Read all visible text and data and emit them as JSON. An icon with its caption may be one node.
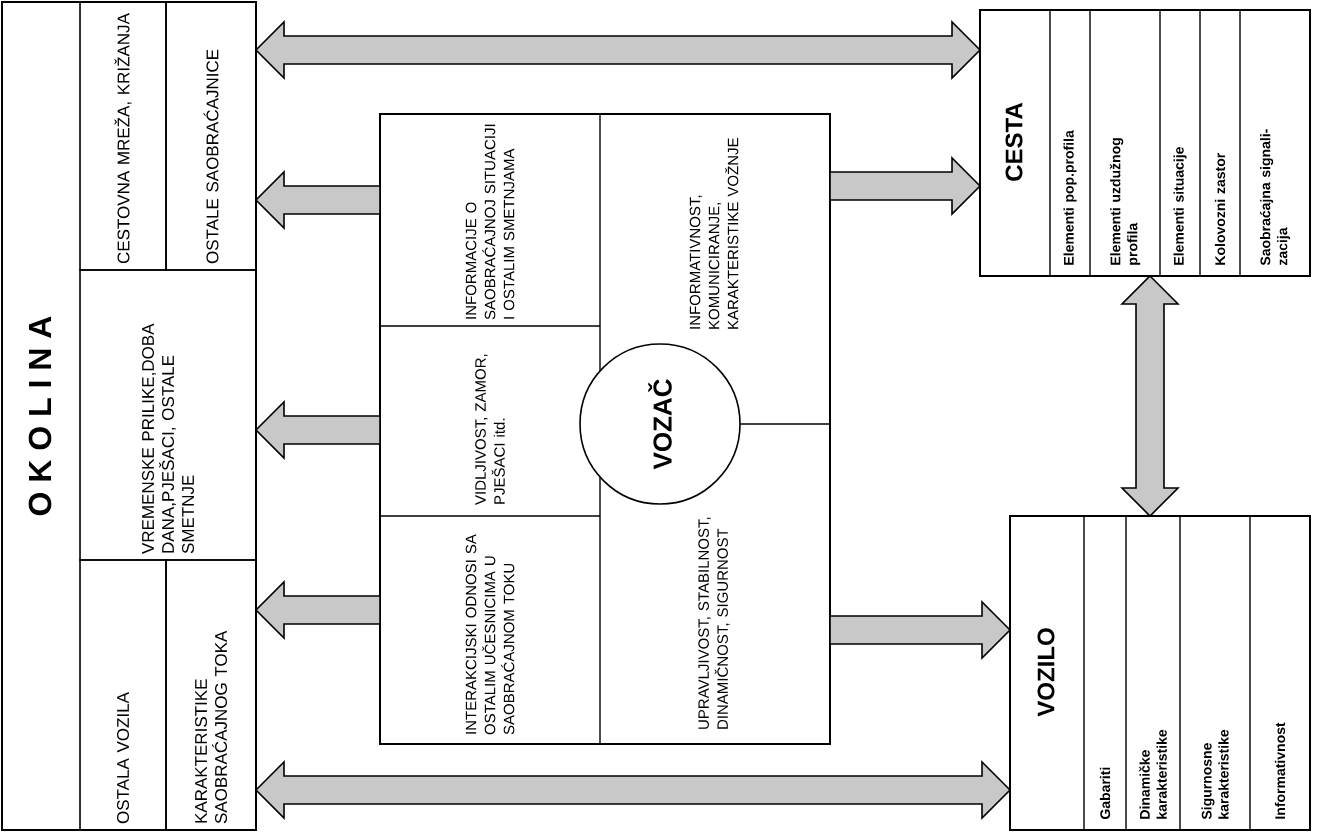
{
  "diagram": {
    "nodes": [
      {
        "text": [
          "O K O L I N A"
        ]
      },
      {
        "text": [
          "OSTALA VOZILA"
        ],
        "in": 0
      },
      {
        "text": [
          "KARAKTERISTIKE SAOBRAĆAJNOG TOKA"
        ],
        "in": 0
      },
      {
        "text": [
          "VREMENSKE PRILIKE,DOBA DANA,PJEŠACI, OSTALE SMETNJE"
        ],
        "in": 0
      },
      {
        "text": [
          "CESTOVNA MREŽA, KRIŽANJA"
        ],
        "in": 0
      },
      {
        "text": [
          "OSTALE SAOBRAĆAJNICE"
        ],
        "in": 0
      },
      {
        "text": [],
        "shape": "box"
      },
      {
        "text": [
          "INTERAKCIJSKI ODNOSI SA OSTALIM UČESNICIMA U SAOBRAĆAJNOM TOKU"
        ],
        "in": 6
      },
      {
        "text": [
          "VIDLJIVOST, ZAMOR, PJEŠACI itd."
        ],
        "in": 6
      },
      {
        "text": [
          "INFORMACIJE O SAOBRAĆAJNOJ SITUACIJI I OSTALIM SMETNJAMA"
        ],
        "in": 6
      },
      {
        "text": [
          "VOZAČ"
        ],
        "in": 6
      },
      {
        "text": [
          "UPRAVLJIVOST, STABILNOST, DINAMIČNOST, SIGURNOST"
        ],
        "in": 6
      },
      {
        "text": [
          "INFORMATIVNOST, KOMUNICIRANJE, KARAKTERISTIKE VOŽNJE"
        ],
        "in": 6
      },
      {
        "text": [
          "CESTA",
          "Elementi pop.profila",
          "Elementi uzdužnog profila",
          "Elementi situacije",
          "Kolovozni zastor",
          "Saobraćajna signali- zacija"
        ]
      },
      {
        "text": [
          "VOZILO",
          "Gabariti",
          "Dinamičke karakteristike",
          "Sigurnosne karakteristike",
          "Informativnost"
        ]
      }
    ],
    "edges": [
      {
        "from": 0,
        "to": 13,
        "arrow": "both"
      },
      {
        "from": 6,
        "to": 0,
        "arrow": "to"
      },
      {
        "from": 6,
        "to": 0,
        "arrow": "to"
      },
      {
        "from": 6,
        "to": 0,
        "arrow": "to"
      },
      {
        "from": 0,
        "to": 14,
        "arrow": "both"
      },
      {
        "from": 6,
        "to": 13,
        "arrow": "to"
      },
      {
        "from": 6,
        "to": 14,
        "arrow": "to"
      },
      {
        "from": 13,
        "to": 14,
        "arrow": "both"
      }
    ]
  }
}
